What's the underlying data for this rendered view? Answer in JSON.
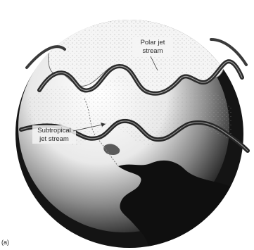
{
  "figure": {
    "panel_label": "(a)",
    "labels": {
      "polar_line1": "Polar jet",
      "polar_line2": "stream",
      "subtropical_line1": "Subtropical",
      "subtropical_line2": "jet stream"
    },
    "colors": {
      "globe_dark": "#141414",
      "globe_light": "#f2f2f2",
      "jet_stream": "#2b2b2b",
      "land": "#0f0f0f"
    }
  }
}
